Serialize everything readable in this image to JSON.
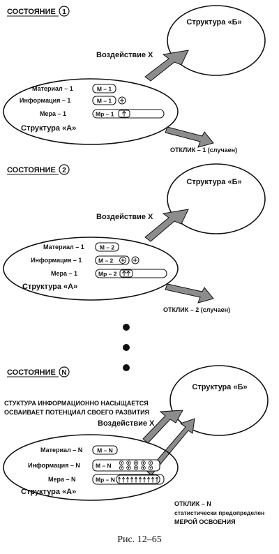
{
  "states": [
    {
      "heading": "СОСТОЯНИЕ",
      "mark": "1",
      "structure_b": "Структура «Б»",
      "influence": "Воздействие X",
      "structure_a": "Структура «А»",
      "rows": [
        {
          "label": "Материал – 1",
          "box": "М – 1",
          "plus_count": 0
        },
        {
          "label": "Информация – 1",
          "box": "М – 1",
          "plus_count": 1
        },
        {
          "label": "Мера – 1",
          "box": "Мр – 1",
          "arrow_count": 1
        }
      ],
      "response": [
        "ОТКЛИК – 1 (случаен)"
      ]
    },
    {
      "heading": "СОСТОЯНИЕ",
      "mark": "2",
      "structure_b": "Структура «Б»",
      "influence": "Воздействие X",
      "structure_a": "Структура «А»",
      "rows": [
        {
          "label": "Материал – 1",
          "box": "М – 2",
          "plus_count": 0
        },
        {
          "label": "Информация – 1",
          "box": "М – 2",
          "plus_count": 2
        },
        {
          "label": "Мера – 1",
          "box": "Мр – 2",
          "arrow_count": 2
        }
      ],
      "response": [
        "ОТКЛИК – 2 (случаен)"
      ]
    },
    {
      "heading": "СОСТОЯНИЕ",
      "mark": "N",
      "structure_b": "Структура «Б»",
      "influence": "Воздействие X",
      "structure_a": "Структура «А»",
      "rows": [
        {
          "label": "Материал – N",
          "box": "М – N",
          "plus_count": 0
        },
        {
          "label": "Информация – N",
          "box": "М – N",
          "plus_count": 10
        },
        {
          "label": "Мера – N",
          "box": "Мр – N",
          "arrow_count": 10
        }
      ],
      "response": [
        "ОТКЛИК – N",
        "статистически предопределен",
        "МЕРОЙ ОСВОЕНИЯ"
      ]
    }
  ],
  "note_lines": [
    "СТУКТУРА ИНФОРМАЦИОННО НАСЫЩАЕТСЯ",
    "ОСВАИВАЕТ ПОТЕНЦИАЛ СВОЕГО РАЗВИТИЯ"
  ],
  "ellipsis_dots": 3,
  "caption": "Рис. 12–65",
  "colors": {
    "ink": "#111111",
    "arrow_fill": "#8c8c8c",
    "background": "#ffffff"
  }
}
